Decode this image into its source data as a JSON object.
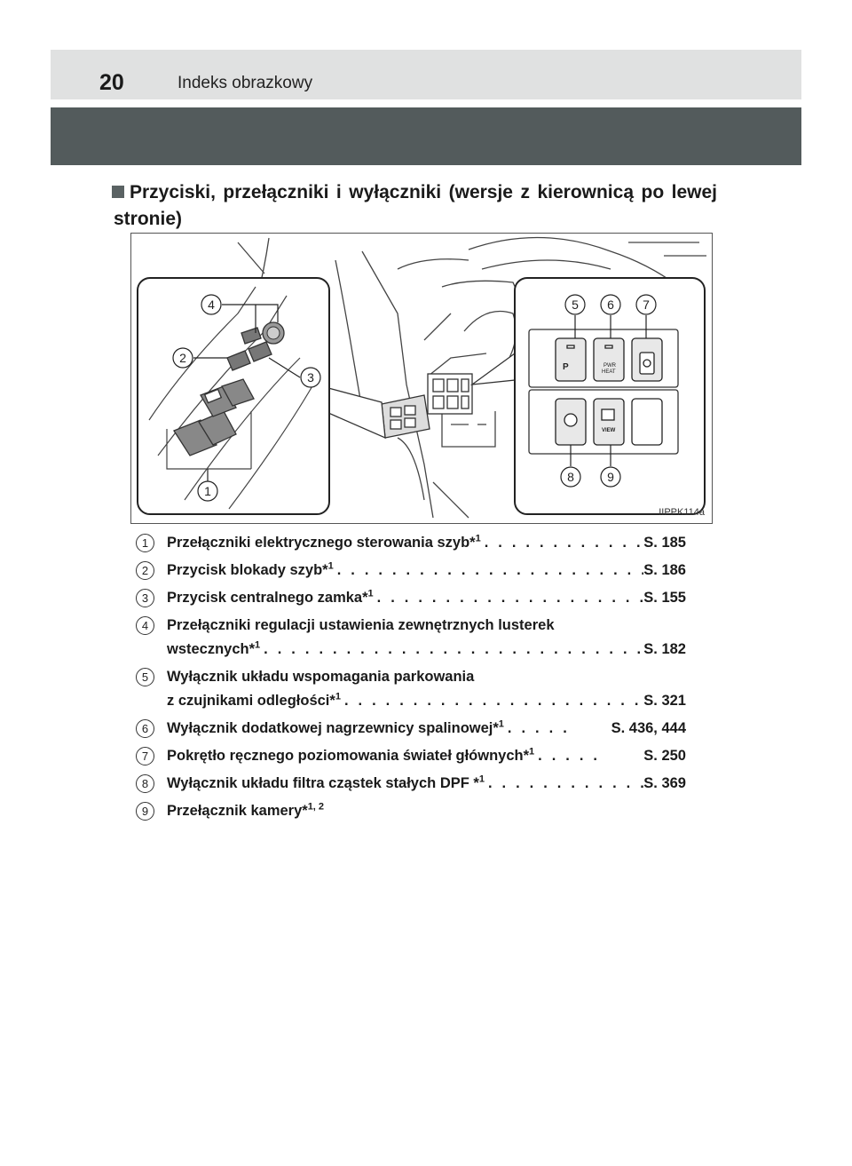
{
  "header": {
    "page_number": "20",
    "title": "Indeks obrazkowy"
  },
  "section": {
    "title": "Przyciski, przełączniki i wyłączniki (wersje z kierownicą po lewej stronie)"
  },
  "figure": {
    "code": "IIPPK114a",
    "callouts": [
      "1",
      "2",
      "3",
      "4",
      "5",
      "6",
      "7",
      "8",
      "9"
    ],
    "button_labels": {
      "pwr_heat_1": "PWR",
      "pwr_heat_2": "HEAT",
      "view": "VIEW",
      "park": "P"
    }
  },
  "items": [
    {
      "num": "1",
      "lines": [
        "Przełączniki elektrycznego sterowania szyb*"
      ],
      "sup": "1",
      "dots": ". . . . . . . . . . . . . . . . . . .",
      "page": "S. 185"
    },
    {
      "num": "2",
      "lines": [
        "Przycisk blokady szyb*"
      ],
      "sup": "1",
      "dots": ". . . . . . . . . . . . . . . . . . . . . . . . . . . . . . . . . . . . . . . .",
      "page": "S. 186"
    },
    {
      "num": "3",
      "lines": [
        "Przycisk centralnego zamka*"
      ],
      "sup": "1",
      "dots": ". . . . . . . . . . . . . . . . . . . . . . . . . . . . . . . . . . . . . . .",
      "page": "S. 155"
    },
    {
      "num": "4",
      "lines": [
        "Przełączniki regulacji ustawienia zewnętrznych lusterek",
        "wstecznych*"
      ],
      "sup": "1",
      "dots": ". . . . . . . . . . . . . . . . . . . . . . . . . . . . . . . . . . . . . . . . . . . . . . .",
      "page": "S. 182"
    },
    {
      "num": "5",
      "lines": [
        "Wyłącznik układu wspomagania parkowania",
        "z czujnikami odległości*"
      ],
      "sup": "1",
      "dots": ". . . . . . . . . . . . . . . . . . . . . . . . . . . . . . . . . . . .",
      "page": "S. 321"
    },
    {
      "num": "6",
      "lines": [
        "Wyłącznik dodatkowej nagrzewnicy spalinowej*"
      ],
      "sup": "1",
      "dots": ". . . . .",
      "page": "S. 436, 444"
    },
    {
      "num": "7",
      "lines": [
        "Pokrętło ręcznego poziomowania świateł głównych*"
      ],
      "sup": "1",
      "dots": ". . . . .",
      "page": "S. 250"
    },
    {
      "num": "8",
      "lines": [
        "Wyłącznik układu filtra cząstek stałych DPF *"
      ],
      "sup": "1",
      "dots": ". . . . . . . . . . . . . . . . .",
      "page": "S. 369"
    },
    {
      "num": "9",
      "lines": [
        "Przełącznik kamery*"
      ],
      "sup": "1, 2",
      "dots": "",
      "page": ""
    }
  ]
}
